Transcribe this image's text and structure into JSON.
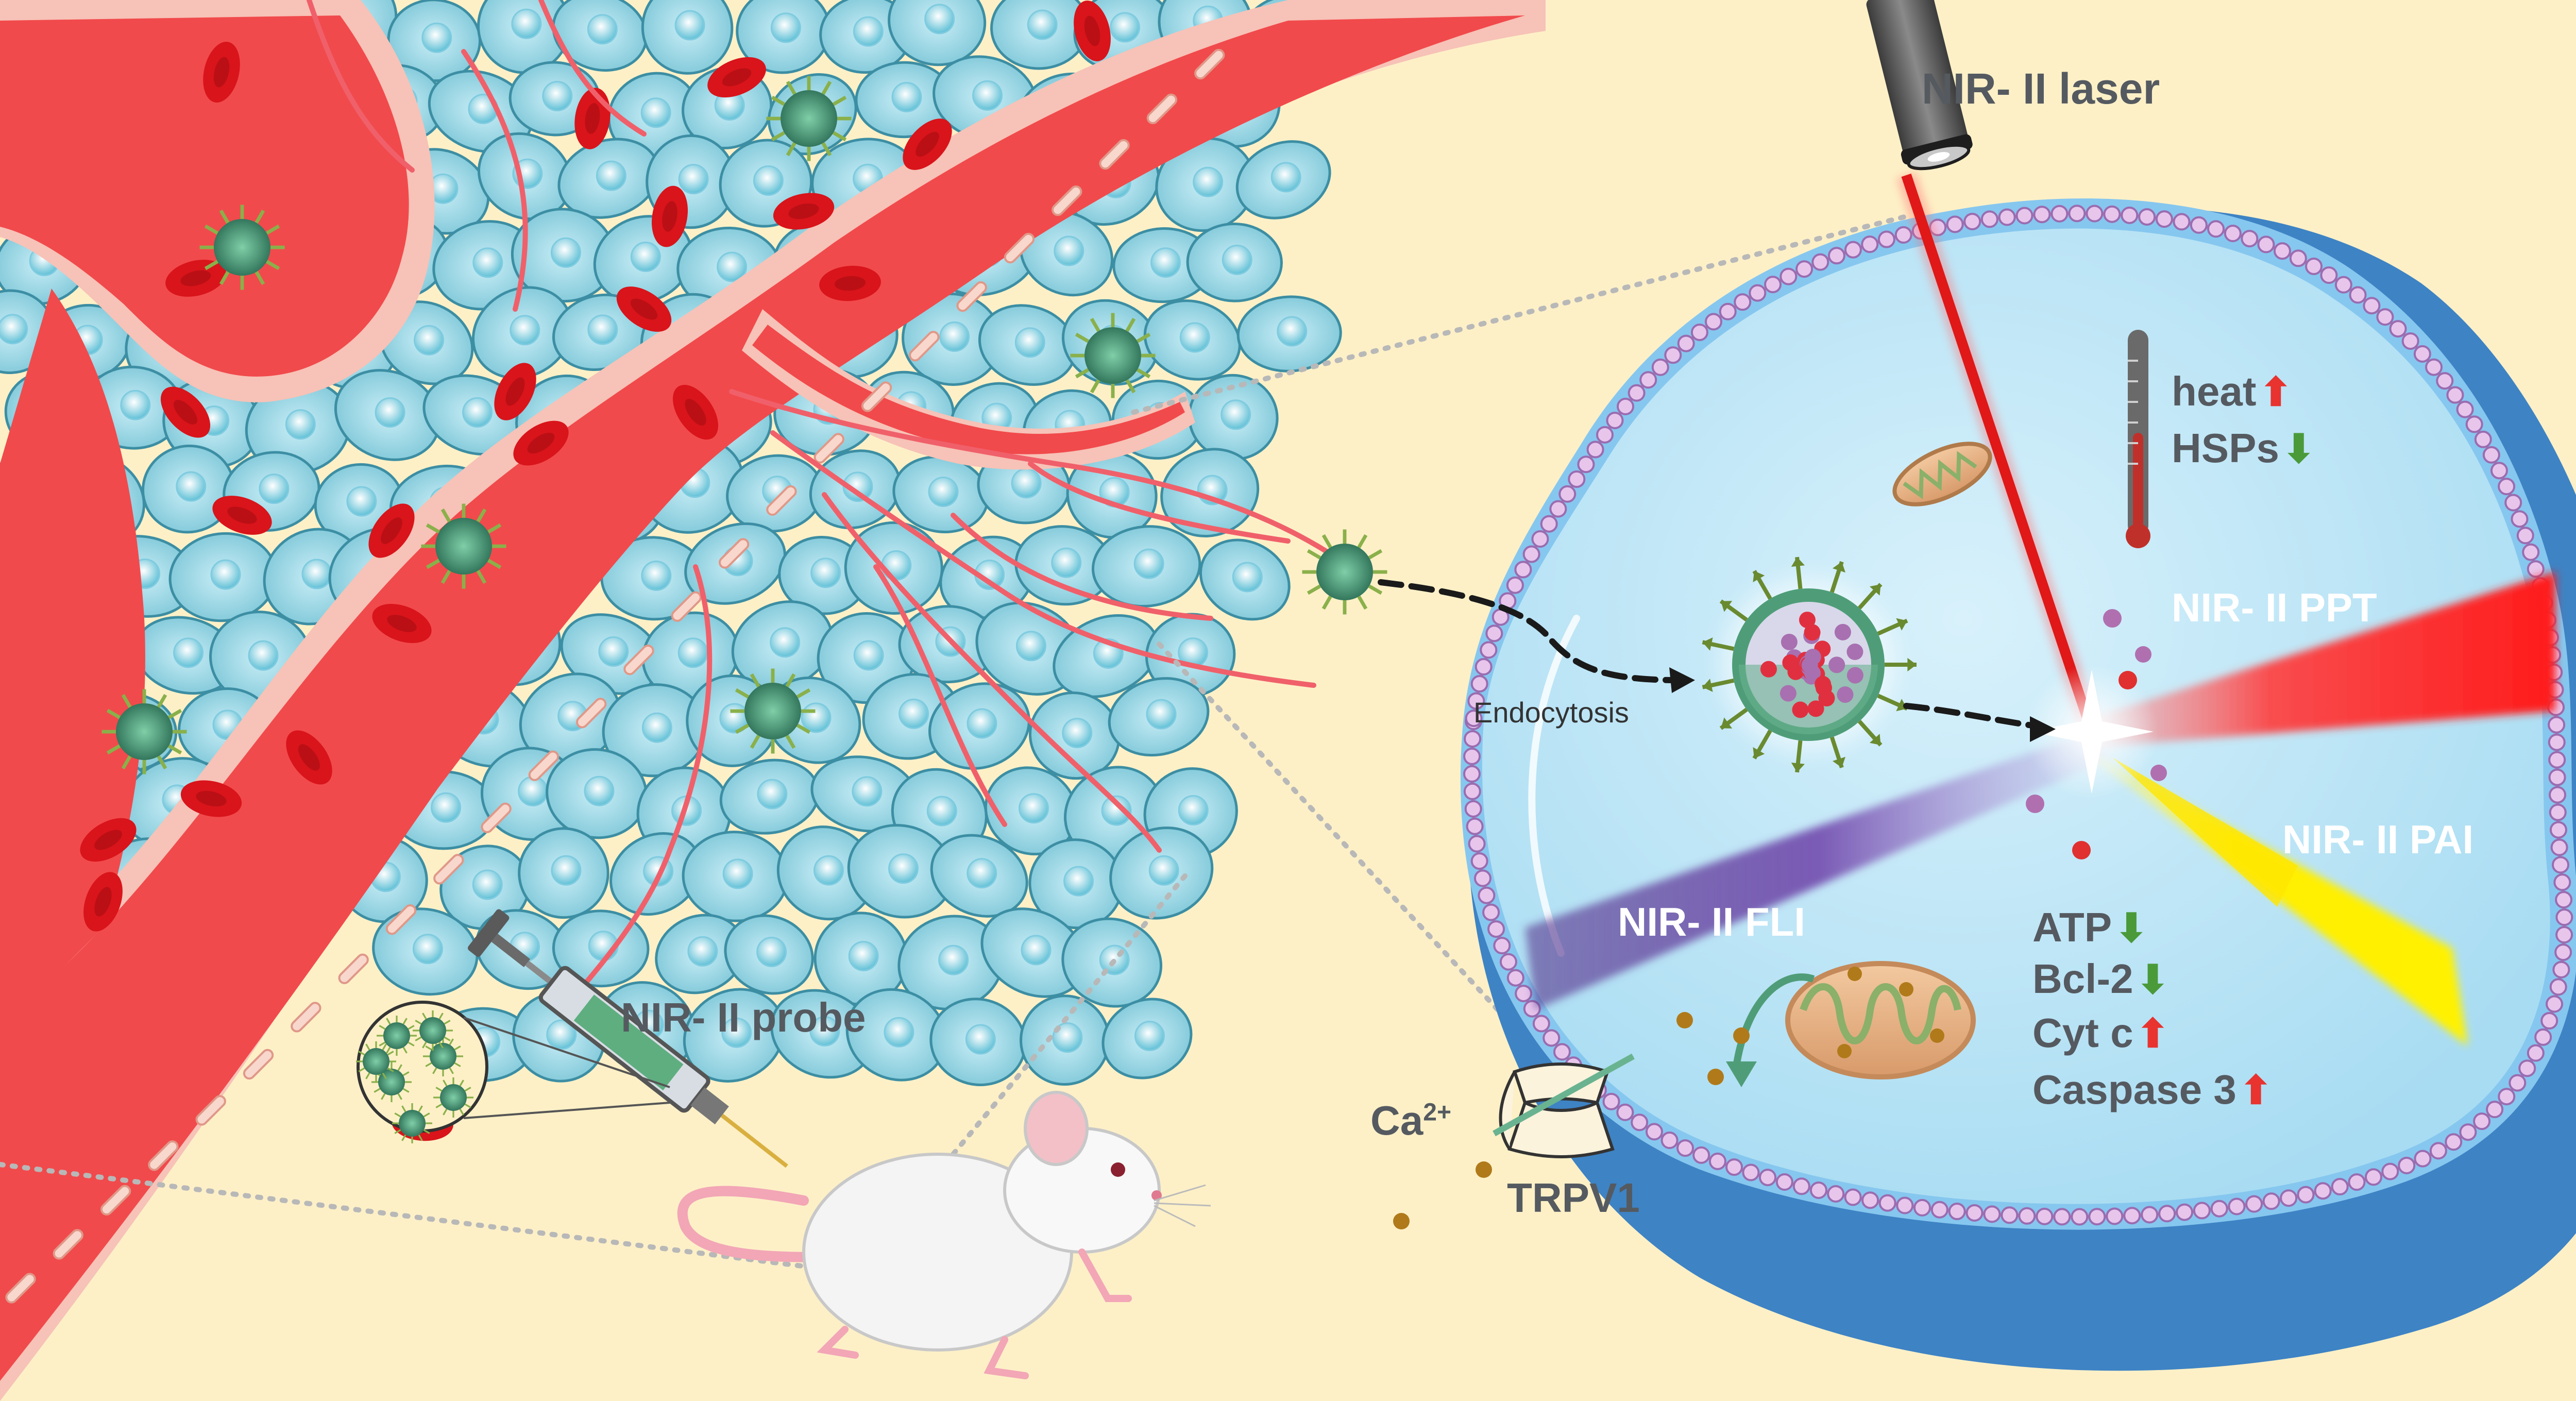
{
  "labels": {
    "laser": "NIR- II  laser",
    "probe": "NIR- II  probe",
    "endocytosis": "Endocytosis",
    "ppt": "NIR- II  PPT",
    "pai": "NIR- II  PAI",
    "fli": "NIR- II  FLI",
    "trpv1": "TRPV1",
    "ca_base": "Ca",
    "ca_sup": "2+"
  },
  "markers": [
    {
      "text": "heat",
      "arrow": "up"
    },
    {
      "text": "HSPs",
      "arrow": "down"
    },
    {
      "text": "ATP",
      "arrow": "down"
    },
    {
      "text": "Bcl-2",
      "arrow": "down"
    },
    {
      "text": "Cyt c",
      "arrow": "up"
    },
    {
      "text": "Caspase 3",
      "arrow": "up"
    }
  ],
  "arrows": {
    "up": "⬆",
    "down": "⬇"
  },
  "colors": {
    "background": "#fdf0c7",
    "vessel": "#f0484a",
    "cell": "#8fd3e0",
    "cytoplasm": "#bfe6f6",
    "membrane": "#c9a7d8",
    "laser": "#e01818",
    "ppt_beam": "#ff3b3b",
    "pai_beam": "#ffe600",
    "fli_beam": "#6a4aa0",
    "nanoparticle": "#3f8a6a",
    "up_arrow": "#e8332f",
    "down_arrow": "#4a9a3a"
  }
}
